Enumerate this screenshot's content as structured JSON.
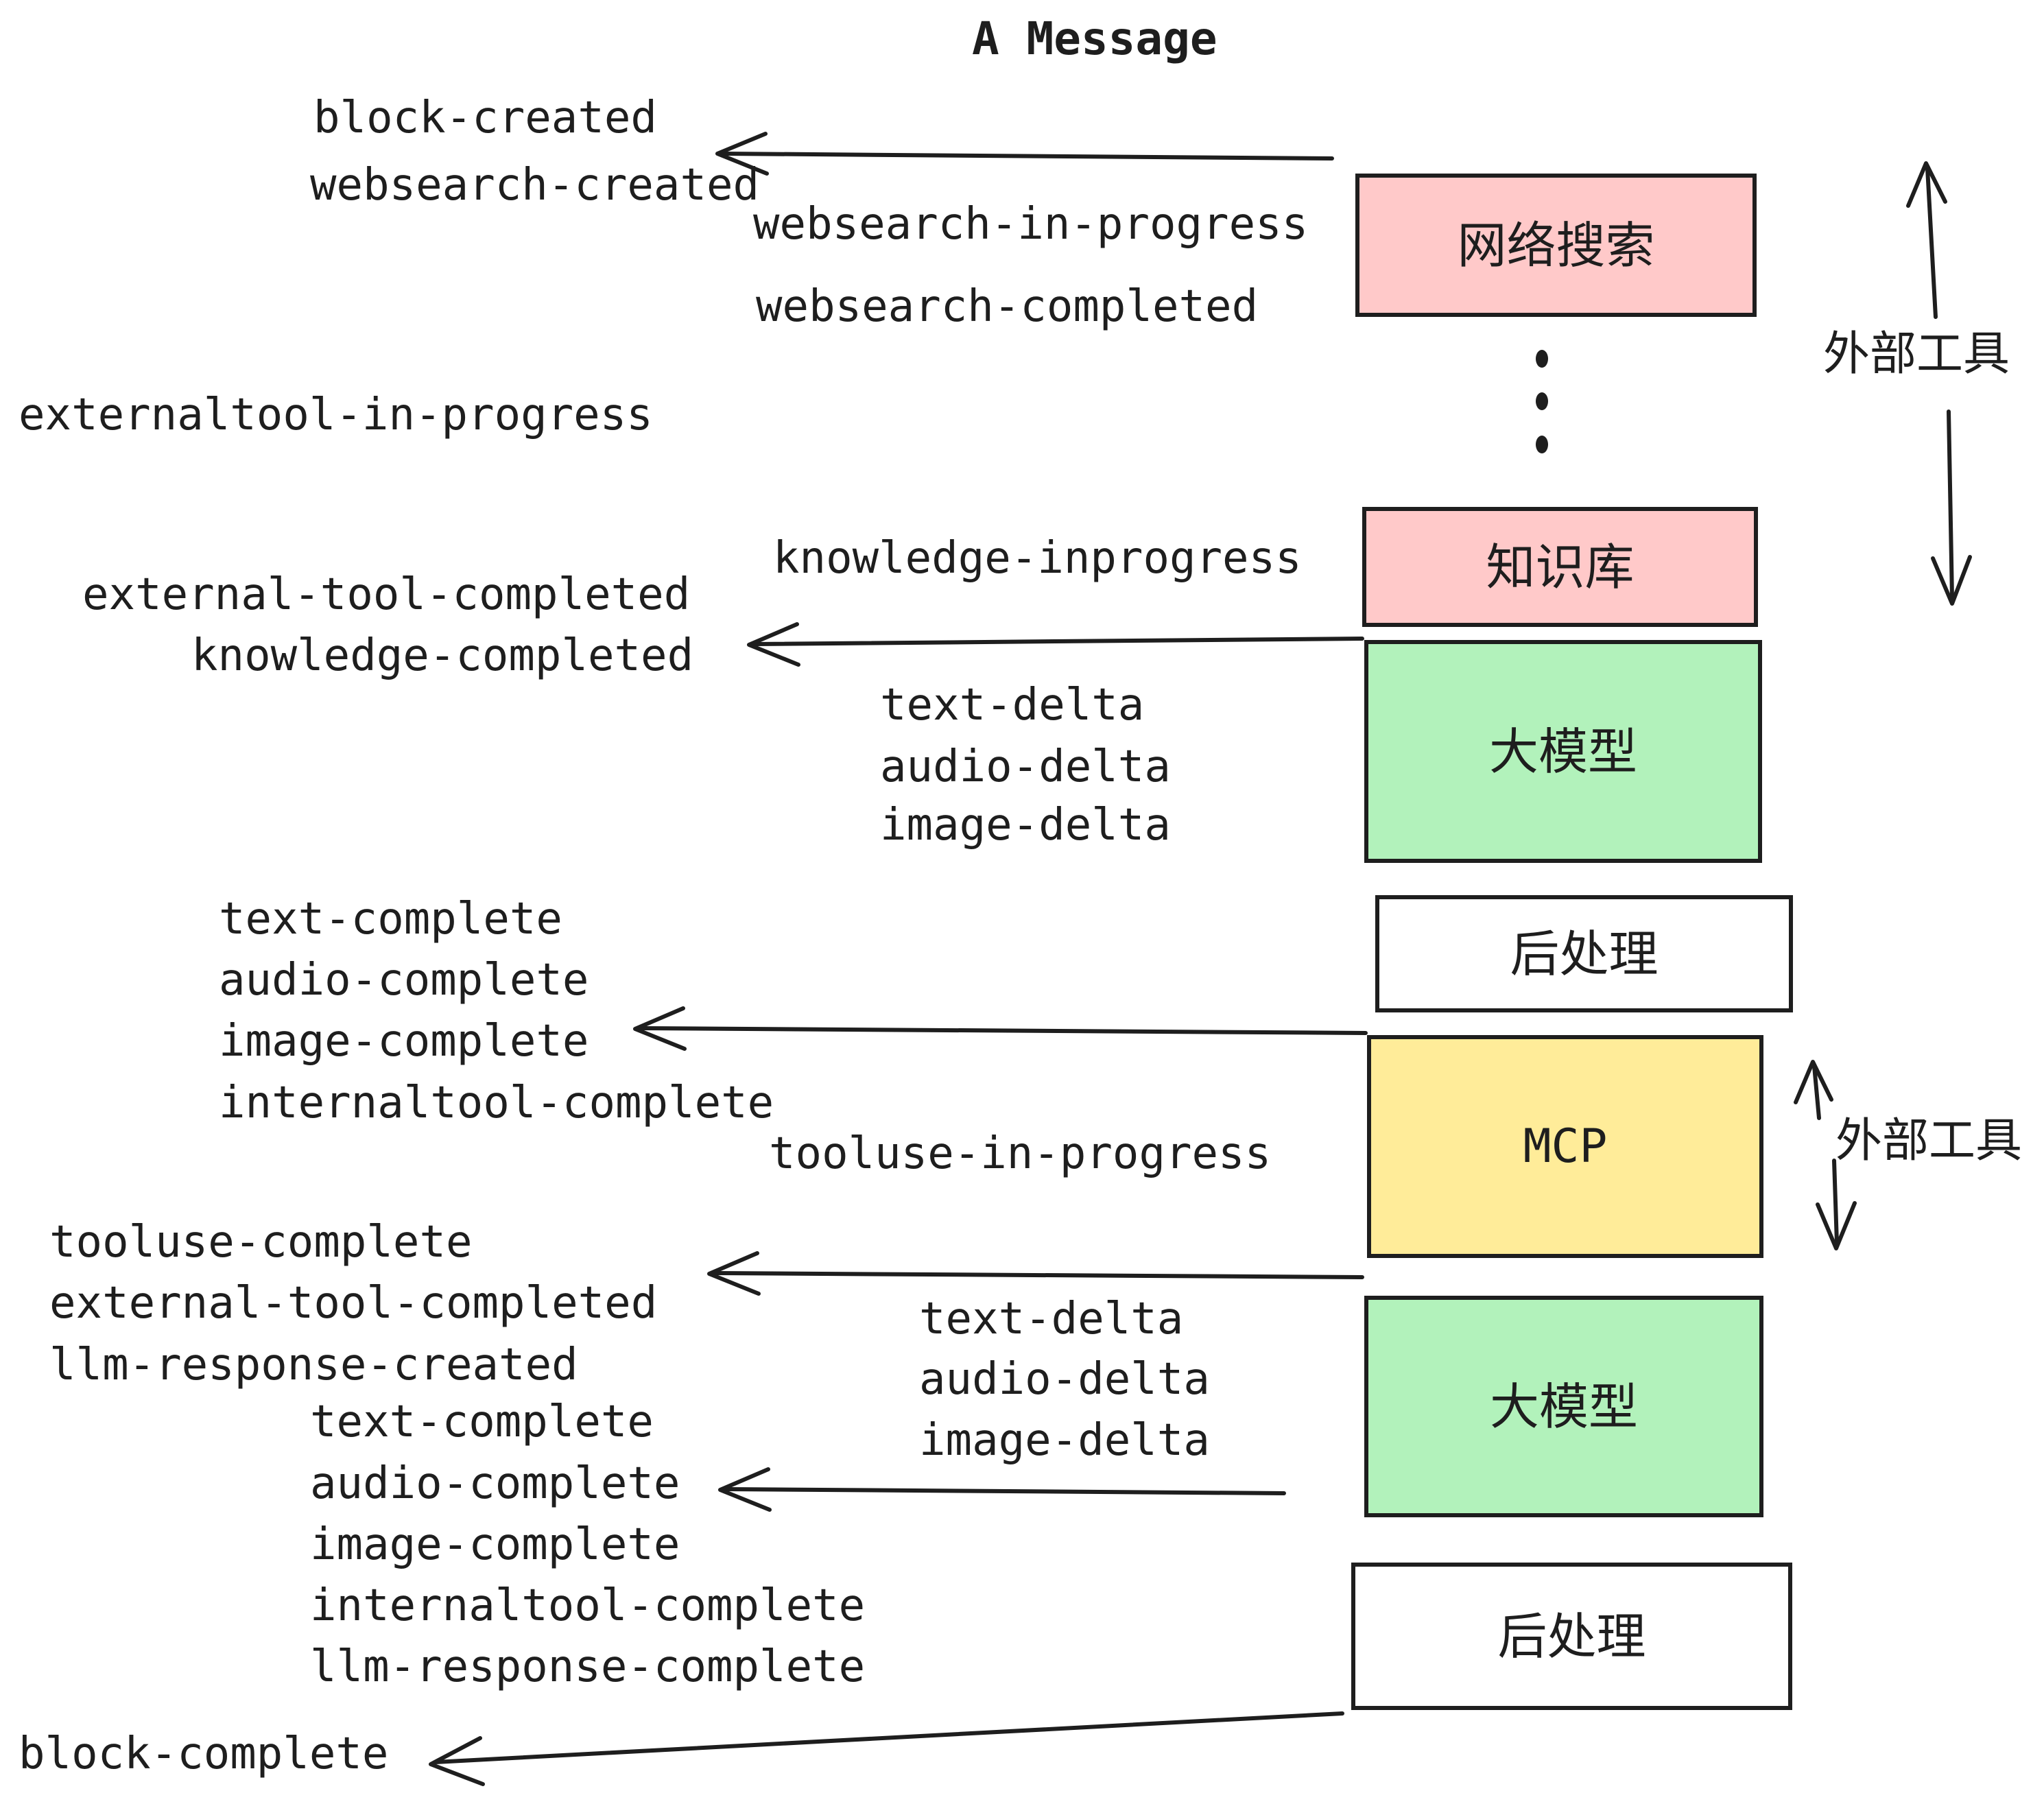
{
  "title": "A Message",
  "boxes": {
    "websearch": {
      "label": "网络搜索",
      "fill": "#ffc9c9"
    },
    "knowledge": {
      "label": "知识库",
      "fill": "#ffc9c9"
    },
    "llm1": {
      "label": "大模型",
      "fill": "#b2f2bb"
    },
    "post1": {
      "label": "后处理",
      "fill": "#ffffff"
    },
    "mcp": {
      "label": "MCP",
      "fill": "#ffec99"
    },
    "llm2": {
      "label": "大模型",
      "fill": "#b2f2bb"
    },
    "post2": {
      "label": "后处理",
      "fill": "#ffffff"
    }
  },
  "events": {
    "block_created": "block-created",
    "websearch_created": "websearch-created",
    "websearch_in_progress": "websearch-in-progress",
    "websearch_completed": "websearch-completed",
    "externaltool_in_progress": "externaltool-in-progress",
    "knowledge_inprogress": "knowledge-inprogress",
    "external_tool_completed": "external-tool-completed",
    "knowledge_completed": "knowledge-completed",
    "text_delta": "text-delta",
    "audio_delta": "audio-delta",
    "image_delta": "image-delta",
    "text_complete": "text-complete",
    "audio_complete": "audio-complete",
    "image_complete": "image-complete",
    "internaltool_complete": "internaltool-complete",
    "tooluse_in_progress": "tooluse-in-progress",
    "tooluse_complete": "tooluse-complete",
    "llm_response_created": "llm-response-created",
    "llm_response_complete": "llm-response-complete",
    "block_complete": "block-complete"
  },
  "annotations": {
    "external_tools_top": "外部工具",
    "external_tools_mid": "外部工具"
  },
  "colors": {
    "ink": "#1e1e1e",
    "box_pink": "#ffc9c9",
    "box_green": "#b2f2bb",
    "box_yellow": "#ffec99",
    "box_white": "#ffffff"
  }
}
